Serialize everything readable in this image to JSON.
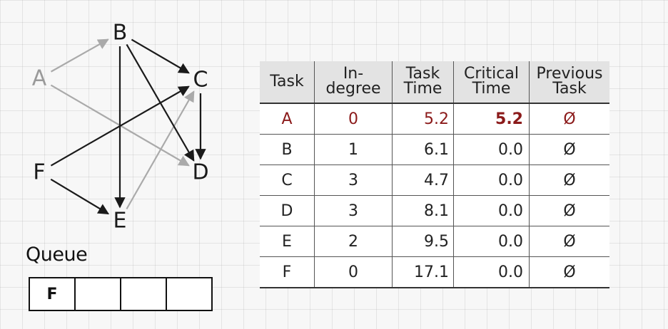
{
  "graph": {
    "nodes": [
      {
        "id": "A",
        "label": "A"
      },
      {
        "id": "B",
        "label": "B"
      },
      {
        "id": "C",
        "label": "C"
      },
      {
        "id": "D",
        "label": "D"
      },
      {
        "id": "E",
        "label": "E"
      },
      {
        "id": "F",
        "label": "F"
      }
    ],
    "edges": [
      {
        "from": "A",
        "to": "B",
        "style": "gray"
      },
      {
        "from": "A",
        "to": "D",
        "style": "gray"
      },
      {
        "from": "E",
        "to": "C",
        "style": "gray"
      },
      {
        "from": "B",
        "to": "C",
        "style": "black"
      },
      {
        "from": "B",
        "to": "D",
        "style": "black"
      },
      {
        "from": "B",
        "to": "E",
        "style": "black"
      },
      {
        "from": "C",
        "to": "D",
        "style": "black"
      },
      {
        "from": "F",
        "to": "C",
        "style": "black"
      },
      {
        "from": "F",
        "to": "E",
        "style": "black"
      }
    ],
    "colors": {
      "gray": "#aaaaaa",
      "black": "#1a1a1a"
    }
  },
  "queue": {
    "label": "Queue",
    "slots": [
      "F",
      "",
      "",
      ""
    ]
  },
  "table": {
    "headers": {
      "task": "Task",
      "indegree": [
        "In-",
        "degree"
      ],
      "task_time": [
        "Task",
        "Time"
      ],
      "critical_time": [
        "Critical",
        "Time"
      ],
      "previous_task": [
        "Previous",
        "Task"
      ]
    },
    "rows": [
      {
        "task": "A",
        "indegree": "0",
        "task_time": "5.2",
        "critical_time": "5.2",
        "previous": "Ø",
        "highlight": true
      },
      {
        "task": "B",
        "indegree": "1",
        "task_time": "6.1",
        "critical_time": "0.0",
        "previous": "Ø"
      },
      {
        "task": "C",
        "indegree": "3",
        "task_time": "4.7",
        "critical_time": "0.0",
        "previous": "Ø"
      },
      {
        "task": "D",
        "indegree": "3",
        "task_time": "8.1",
        "critical_time": "0.0",
        "previous": "Ø"
      },
      {
        "task": "E",
        "indegree": "2",
        "task_time": "9.5",
        "critical_time": "0.0",
        "previous": "Ø"
      },
      {
        "task": "F",
        "indegree": "0",
        "task_time": "17.1",
        "critical_time": "0.0",
        "previous": "Ø"
      }
    ],
    "highlight_color": "#8b1a1a"
  }
}
